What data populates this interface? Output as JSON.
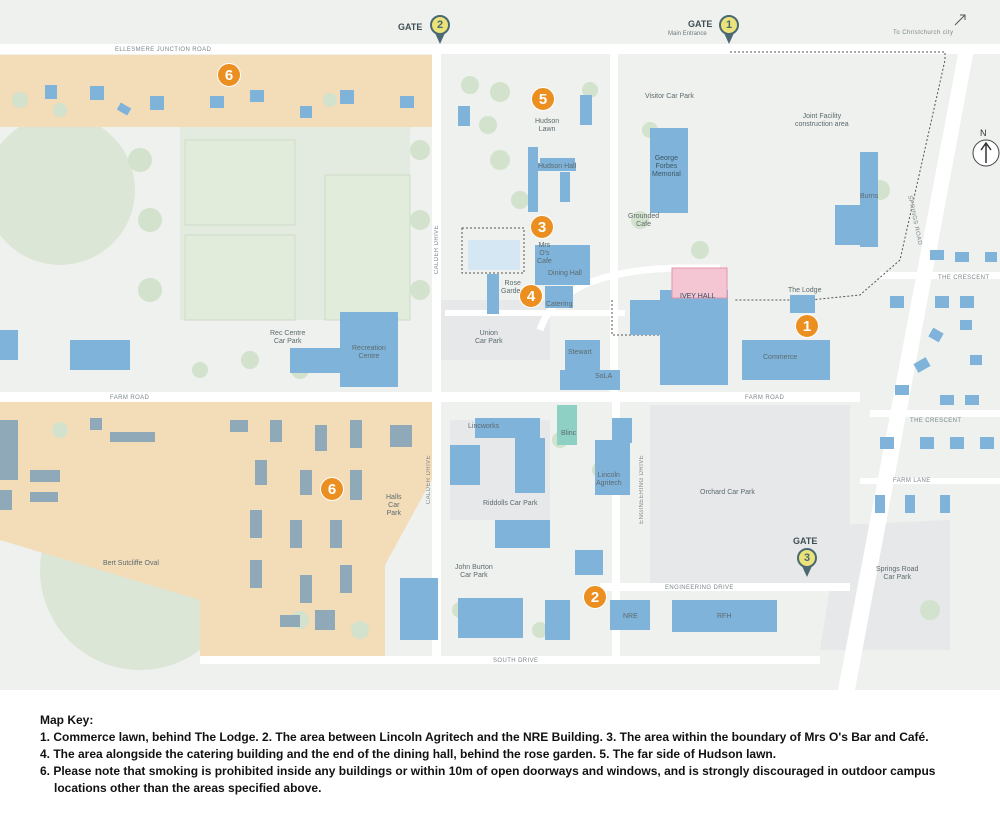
{
  "map": {
    "roads": {
      "ellesmere": "ELLESMERE JUNCTION ROAD",
      "farm_road_west": "FARM ROAD",
      "farm_road_east": "FARM ROAD",
      "calder_drive_north": "CALDER DRIVE",
      "calder_drive_south": "CALDER DRIVE",
      "engineering_drive_v": "ENGINEERING DRIVE",
      "engineering_drive_h": "ENGINEERING DRIVE",
      "south_drive": "SOUTH DRIVE",
      "springs_road": "SPRINGS ROAD",
      "crescent_1": "THE CRESCENT",
      "crescent_2": "THE CRESCENT",
      "farm_lane": "FARM LANE",
      "to_christchurch": "To Christchurch city"
    },
    "gates": [
      {
        "word": "GATE",
        "number": "2",
        "sub": ""
      },
      {
        "word": "GATE",
        "number": "1",
        "sub": "Main Entrance"
      },
      {
        "word": "GATE",
        "number": "3",
        "sub": ""
      }
    ],
    "north": "N",
    "places": {
      "visitor_car_park": "Visitor Car Park",
      "joint_facility": "Joint Facility\nconstruction area",
      "hudson_lawn": "Hudson\nLawn",
      "hudson_hall": "Hudson Hall",
      "george_forbes": "George\nForbes\nMemorial",
      "grounded_cafe": "Grounded\nCafe",
      "burns": "Burns",
      "mrs_os_cafe": "Mrs\nO's\nCafe",
      "dining_hall": "Dining Hall",
      "rose_garden": "Rose\nGarden",
      "catering": "Catering",
      "ivey_hall": "IVEY HALL",
      "the_lodge": "The Lodge",
      "commerce": "Commerce",
      "rec_centre_car_park": "Rec Centre\nCar Park",
      "recreation_centre": "Recreation\nCentre",
      "union_car_park": "Union\nCar Park",
      "stewart": "Stewart",
      "sola": "SoLA",
      "lincworks": "Lincworks",
      "blinc": "Blinc",
      "lincoln_agritech": "Lincoln\nAgritech",
      "orchard_car_park": "Orchard Car Park",
      "riddolls_car_park": "Riddolls Car Park",
      "halls_car_park": "Halls\nCar\nPark",
      "john_burton_car_park": "John Burton\nCar Park",
      "nre": "NRE",
      "rfh": "RFH",
      "springs_road_car_park": "Springs Road\nCar Park",
      "bert_sutcliffe_oval": "Bert Sutcliffe Oval"
    },
    "markers": [
      "1",
      "2",
      "3",
      "4",
      "5",
      "6",
      "6"
    ]
  },
  "legend": {
    "title": "Map Key:",
    "line1": "1. Commerce lawn, behind The Lodge.  2. The area between Lincoln Agritech and the NRE Building. 3. The area within the boundary of Mrs O's Bar and Café.",
    "line2": "4. The area alongside the catering building and the end of the dining hall, behind the rose garden. 5. The far side of Hudson lawn.",
    "line3": "6. Please note that smoking is prohibited inside any buildings or within 10m of open doorways and windows, and is strongly discouraged in outdoor campus locations other than the areas specified above."
  },
  "colors": {
    "marker": "#ec8f21",
    "gate_fill": "#e9e37a",
    "gate_outline": "#4c6872",
    "building": "#7fb3d9",
    "residential_zone": "#f3dcb8",
    "green": "#dde8d8",
    "road": "#ffffff"
  }
}
